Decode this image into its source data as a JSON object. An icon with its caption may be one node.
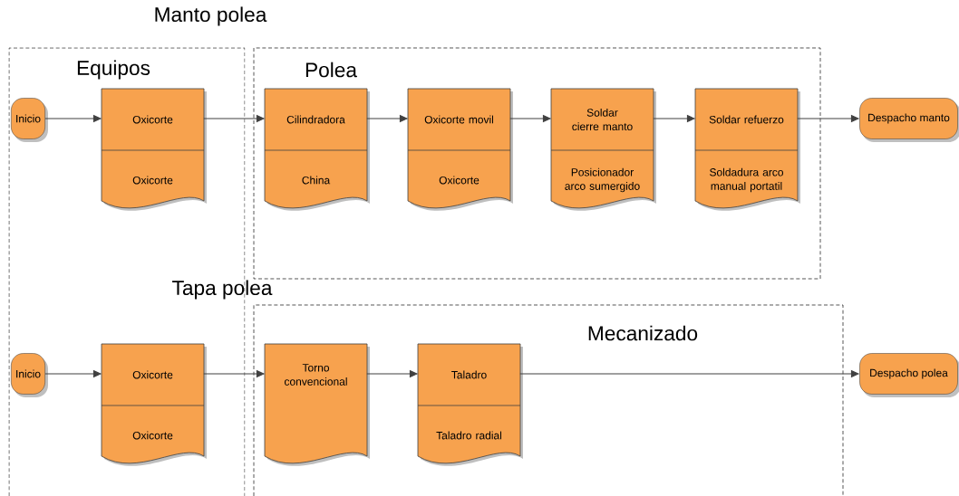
{
  "diagram": {
    "nodes": [
      {
        "text": [
          "Equipos"
        ]
      },
      {
        "text": [
          "Polea"
        ]
      },
      {
        "text": [
          "Mecanizado"
        ]
      },
      {
        "text": [
          "Inicio"
        ],
        "in": 0
      },
      {
        "text": [
          "Oxicorte",
          "Oxicorte"
        ],
        "in": 0
      },
      {
        "text": [
          "Cilindradora",
          "China"
        ],
        "in": 1
      },
      {
        "text": [
          "Oxicorte movil",
          "Oxicorte"
        ],
        "in": 1
      },
      {
        "text": [
          "Soldar cierre manto",
          "Posicionador arco sumergido"
        ],
        "in": 1
      },
      {
        "text": [
          "Soldar refuerzo",
          "Soldadura arco manual portatil"
        ],
        "in": 1
      },
      {
        "text": [
          "Despacho manto"
        ]
      },
      {
        "text": [
          "Inicio"
        ],
        "in": 0
      },
      {
        "text": [
          "Oxicorte",
          "Oxicorte"
        ],
        "in": 0
      },
      {
        "text": [
          "Torno convencional"
        ],
        "in": 2
      },
      {
        "text": [
          "Taladro",
          "Taladro radial"
        ],
        "in": 2
      },
      {
        "text": [
          "Despacho polea"
        ]
      }
    ],
    "edges": [
      {
        "from": 3,
        "to": 4,
        "arrow": "to"
      },
      {
        "from": 4,
        "to": 5,
        "arrow": "to"
      },
      {
        "from": 5,
        "to": 6,
        "arrow": "to"
      },
      {
        "from": 6,
        "to": 7,
        "arrow": "to"
      },
      {
        "from": 7,
        "to": 8,
        "arrow": "to"
      },
      {
        "from": 8,
        "to": 9,
        "arrow": "to"
      },
      {
        "from": 10,
        "to": 11,
        "arrow": "to"
      },
      {
        "from": 11,
        "to": 12,
        "arrow": "to"
      },
      {
        "from": 12,
        "to": 13,
        "arrow": "to"
      },
      {
        "from": 13,
        "to": 14,
        "arrow": "to"
      }
    ],
    "labels": [
      "Manto polea",
      "Tapa polea"
    ]
  }
}
